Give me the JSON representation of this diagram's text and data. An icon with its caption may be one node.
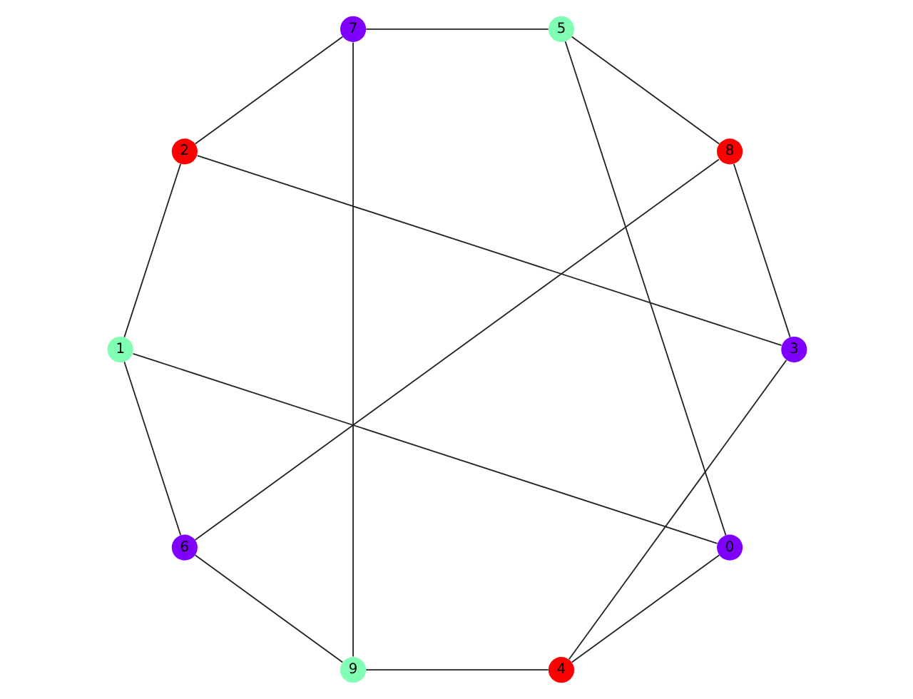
{
  "diagram": {
    "nodes": [
      {
        "text": [
          "0"
        ]
      },
      {
        "text": [
          "1"
        ]
      },
      {
        "text": [
          "2"
        ]
      },
      {
        "text": [
          "3"
        ]
      },
      {
        "text": [
          "4"
        ]
      },
      {
        "text": [
          "5"
        ]
      },
      {
        "text": [
          "6"
        ]
      },
      {
        "text": [
          "7"
        ]
      },
      {
        "text": [
          "8"
        ]
      },
      {
        "text": [
          "9"
        ]
      }
    ],
    "edges": [
      {
        "from": 3,
        "to": 2,
        "arrow": "none"
      },
      {
        "from": 2,
        "to": 1,
        "arrow": "none"
      },
      {
        "from": 2,
        "to": 7,
        "arrow": "none"
      },
      {
        "from": 3,
        "to": 8,
        "arrow": "none"
      },
      {
        "from": 3,
        "to": 4,
        "arrow": "none"
      },
      {
        "from": 1,
        "to": 6,
        "arrow": "none"
      },
      {
        "from": 1,
        "to": 0,
        "arrow": "none"
      },
      {
        "from": 8,
        "to": 6,
        "arrow": "none"
      },
      {
        "from": 8,
        "to": 5,
        "arrow": "none"
      },
      {
        "from": 7,
        "to": 9,
        "arrow": "none"
      },
      {
        "from": 7,
        "to": 5,
        "arrow": "none"
      },
      {
        "from": 4,
        "to": 9,
        "arrow": "none"
      },
      {
        "from": 4,
        "to": 0,
        "arrow": "none"
      },
      {
        "from": 6,
        "to": 9,
        "arrow": "none"
      },
      {
        "from": 0,
        "to": 5,
        "arrow": "none"
      }
    ]
  }
}
